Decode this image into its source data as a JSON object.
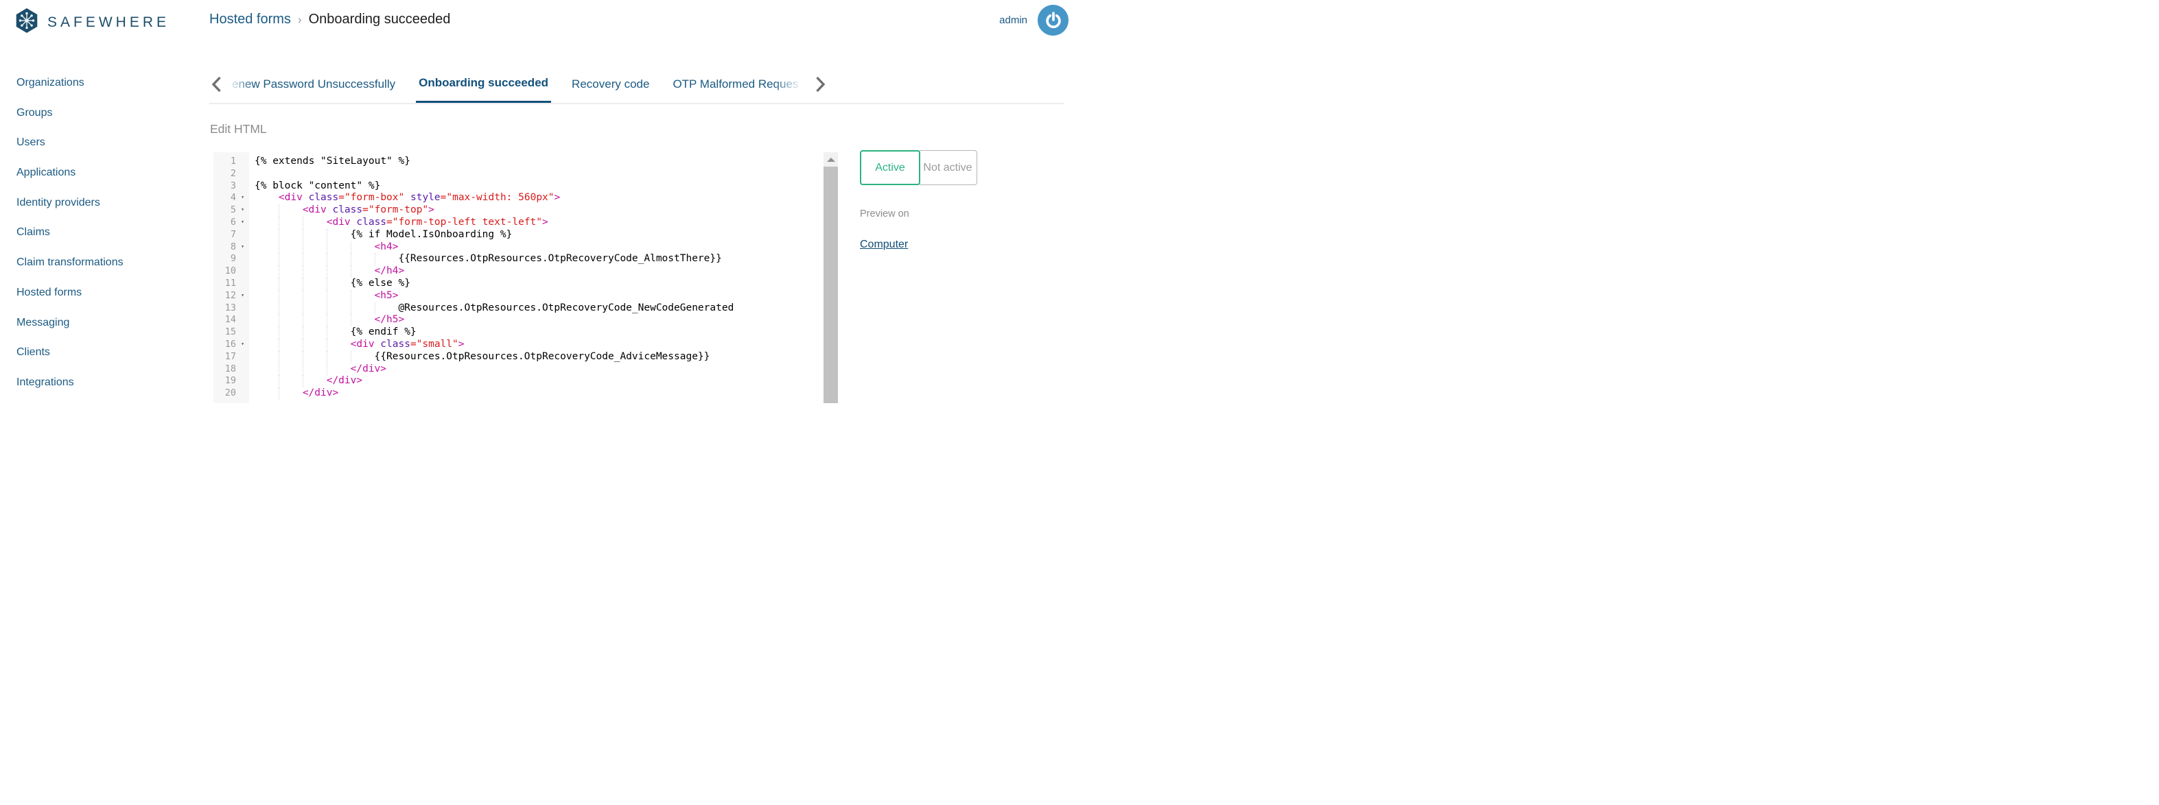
{
  "colors": {
    "navy": "#1b5a83",
    "brand": "#1d4e6b",
    "avatar_blue": "#4796c8",
    "green": "#2bb27f",
    "tag": "#c0109f",
    "attr": "#5a1aa8",
    "string": "#d81b1b"
  },
  "header": {
    "brand": "SAFEWHERE",
    "breadcrumb_parent": "Hosted forms",
    "breadcrumb_sep": "›",
    "breadcrumb_current": "Onboarding succeeded",
    "username": "admin"
  },
  "sidebar": {
    "items": [
      {
        "label": "Organizations"
      },
      {
        "label": "Groups"
      },
      {
        "label": "Users"
      },
      {
        "label": "Applications"
      },
      {
        "label": "Identity providers"
      },
      {
        "label": "Claims"
      },
      {
        "label": "Claim transformations"
      },
      {
        "label": "Hosted forms"
      },
      {
        "label": "Messaging"
      },
      {
        "label": "Clients"
      },
      {
        "label": "Integrations"
      }
    ]
  },
  "tabs": {
    "items": [
      {
        "label": "enew Password Unsuccessfully",
        "active": false,
        "fade": "left"
      },
      {
        "label": "Onboarding succeeded",
        "active": true,
        "fade": ""
      },
      {
        "label": "Recovery code",
        "active": false,
        "fade": ""
      },
      {
        "label": "OTP Malformed Reques",
        "active": false,
        "fade": "right"
      }
    ]
  },
  "editor": {
    "title": "Edit HTML",
    "lines": [
      {
        "n": 1,
        "fold": false,
        "indent": 0,
        "segs": [
          [
            "p",
            "{% extends \"SiteLayout\" %}"
          ]
        ]
      },
      {
        "n": 2,
        "fold": false,
        "indent": 0,
        "segs": []
      },
      {
        "n": 3,
        "fold": false,
        "indent": 0,
        "segs": [
          [
            "p",
            "{% block \"content\" %}"
          ]
        ]
      },
      {
        "n": 4,
        "fold": true,
        "indent": 4,
        "segs": [
          [
            "t",
            "<div "
          ],
          [
            "a",
            "class"
          ],
          [
            "s",
            "=\"form-box\""
          ],
          [
            "p",
            " "
          ],
          [
            "a",
            "style"
          ],
          [
            "s",
            "=\"max-width: 560px\""
          ],
          [
            "t",
            ">"
          ]
        ]
      },
      {
        "n": 5,
        "fold": true,
        "indent": 8,
        "segs": [
          [
            "t",
            "<div "
          ],
          [
            "a",
            "class"
          ],
          [
            "s",
            "=\"form-top\""
          ],
          [
            "t",
            ">"
          ]
        ]
      },
      {
        "n": 6,
        "fold": true,
        "indent": 12,
        "segs": [
          [
            "t",
            "<div "
          ],
          [
            "a",
            "class"
          ],
          [
            "s",
            "=\"form-top-left text-left\""
          ],
          [
            "t",
            ">"
          ]
        ]
      },
      {
        "n": 7,
        "fold": false,
        "indent": 16,
        "segs": [
          [
            "p",
            "{% if Model.IsOnboarding %}"
          ]
        ]
      },
      {
        "n": 8,
        "fold": true,
        "indent": 20,
        "segs": [
          [
            "t",
            "<h4>"
          ]
        ]
      },
      {
        "n": 9,
        "fold": false,
        "indent": 24,
        "segs": [
          [
            "p",
            "{{Resources.OtpResources.OtpRecoveryCode_AlmostThere}}"
          ]
        ]
      },
      {
        "n": 10,
        "fold": false,
        "indent": 20,
        "segs": [
          [
            "t",
            "</h4>"
          ]
        ]
      },
      {
        "n": 11,
        "fold": false,
        "indent": 16,
        "segs": [
          [
            "p",
            "{% else %}"
          ]
        ]
      },
      {
        "n": 12,
        "fold": true,
        "indent": 20,
        "segs": [
          [
            "t",
            "<h5>"
          ]
        ]
      },
      {
        "n": 13,
        "fold": false,
        "indent": 24,
        "segs": [
          [
            "p",
            "@Resources.OtpResources.OtpRecoveryCode_NewCodeGenerated"
          ]
        ]
      },
      {
        "n": 14,
        "fold": false,
        "indent": 20,
        "segs": [
          [
            "t",
            "</h5>"
          ]
        ]
      },
      {
        "n": 15,
        "fold": false,
        "indent": 16,
        "segs": [
          [
            "p",
            "{% endif %}"
          ]
        ]
      },
      {
        "n": 16,
        "fold": true,
        "indent": 16,
        "segs": [
          [
            "t",
            "<div "
          ],
          [
            "a",
            "class"
          ],
          [
            "s",
            "=\"small\""
          ],
          [
            "t",
            ">"
          ]
        ]
      },
      {
        "n": 17,
        "fold": false,
        "indent": 20,
        "segs": [
          [
            "p",
            "{{Resources.OtpResources.OtpRecoveryCode_AdviceMessage}}"
          ]
        ]
      },
      {
        "n": 18,
        "fold": false,
        "indent": 16,
        "segs": [
          [
            "t",
            "</div>"
          ]
        ]
      },
      {
        "n": 19,
        "fold": false,
        "indent": 12,
        "segs": [
          [
            "t",
            "</div>"
          ]
        ]
      },
      {
        "n": 20,
        "fold": false,
        "indent": 8,
        "segs": [
          [
            "t",
            "</div>"
          ]
        ]
      }
    ]
  },
  "panel": {
    "active_label": "Active",
    "not_active_label": "Not active",
    "preview_label": "Preview on",
    "preview_link": "Computer"
  }
}
